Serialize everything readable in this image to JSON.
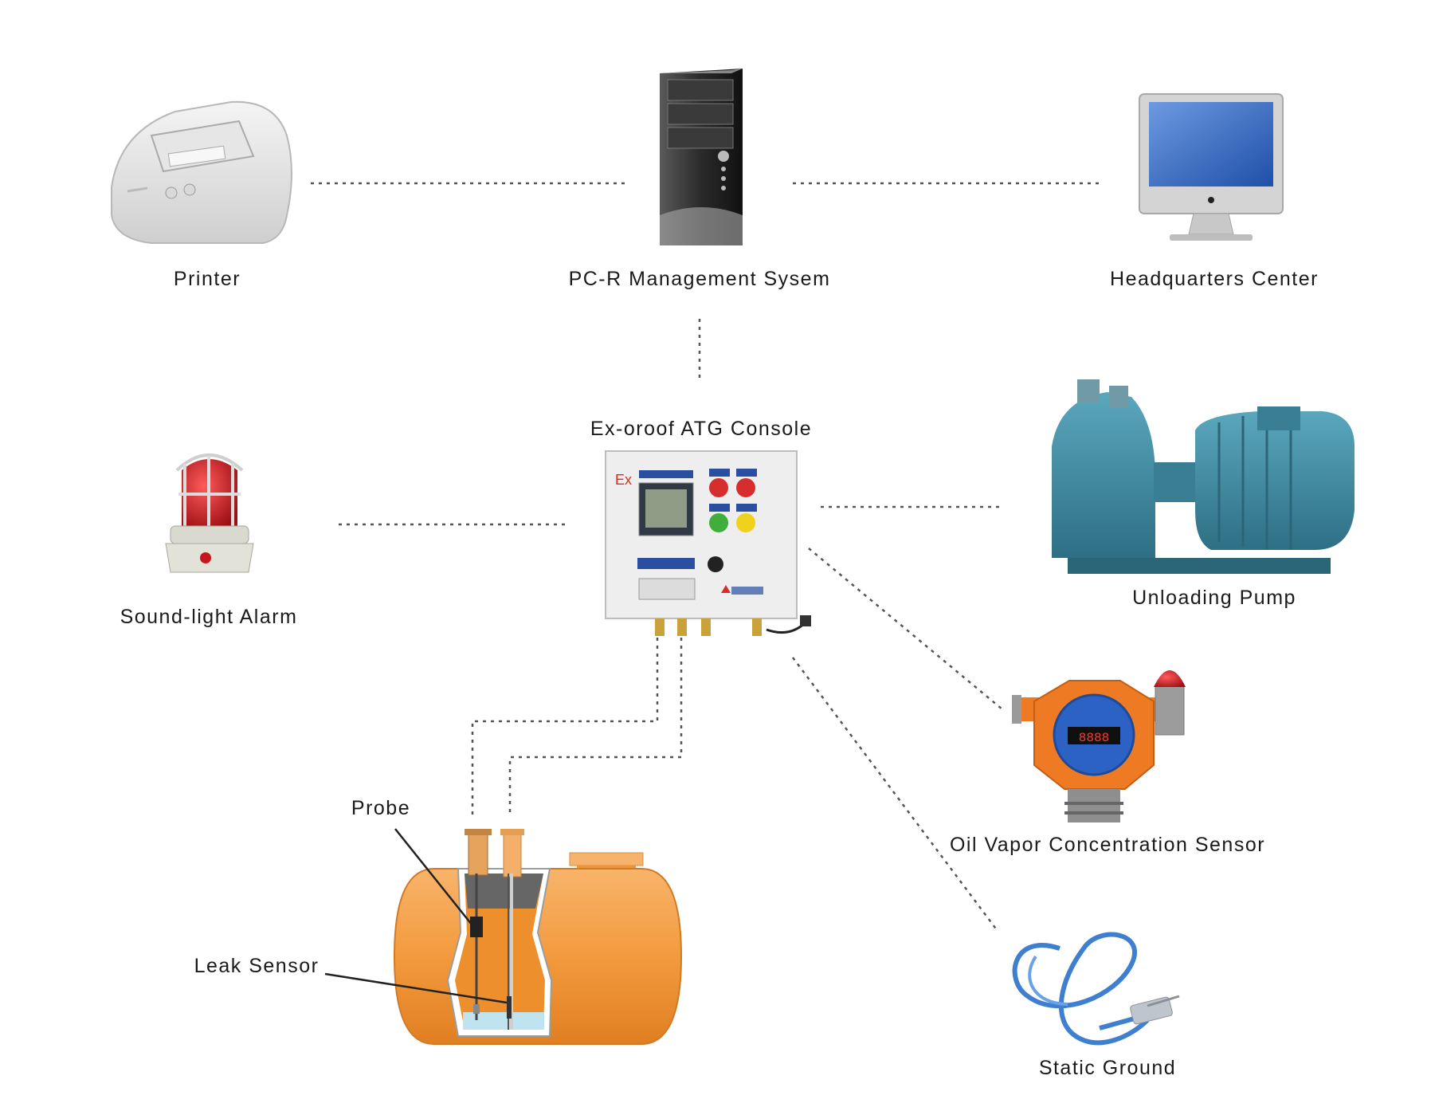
{
  "nodes": {
    "printer": "Printer",
    "pc": "PC-R Management Sysem",
    "hq": "Headquarters Center",
    "alarm": "Sound-light Alarm",
    "console": "Ex-oroof ATG Console",
    "pump": "Unloading Pump",
    "vapor": "Oil Vapor Concentration Sensor",
    "ground": "Static Ground",
    "probe": "Probe",
    "leak": "Leak Sensor"
  },
  "console_panel": {
    "ex_mark": "Ex"
  },
  "colors": {
    "tank_orange": "#f39a3e",
    "pump_blue": "#3f8fa6",
    "sensor_orange": "#ee7a24",
    "cable_blue": "#3f7fd0",
    "alarm_red": "#c8141c"
  }
}
